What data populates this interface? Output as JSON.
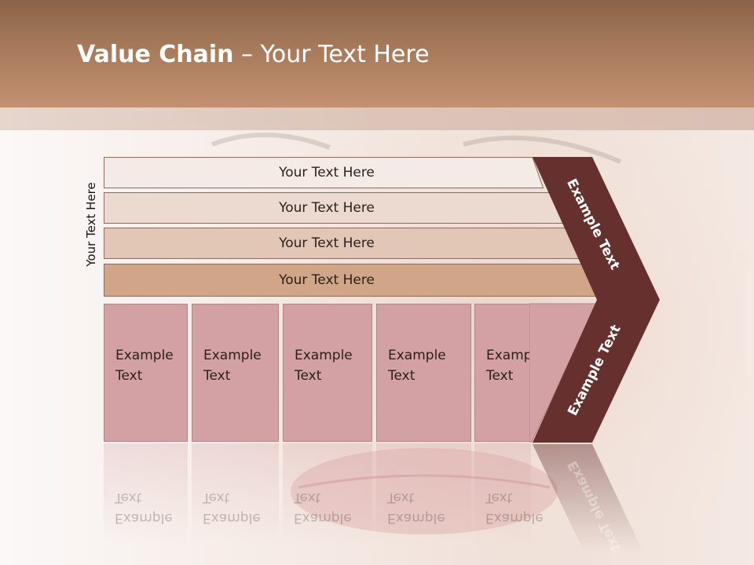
{
  "title": {
    "bold": "Value Chain",
    "rest": " – Your Text Here"
  },
  "side_label": "Your Text Here",
  "support_rows": [
    "Your Text Here",
    "Your Text Here",
    "Your Text Here",
    "Your Text Here"
  ],
  "primary_boxes": [
    "Example\nText",
    "Example\nText",
    "Example\nText",
    "Example\nText",
    "Example\nText"
  ],
  "chevron_labels": {
    "upper": "Example Text",
    "lower": "Example Text"
  },
  "colors": {
    "header": "#a67a5a",
    "row_1": "#f4ebe6",
    "row_2": "#ecd9cf",
    "row_3": "#e3c7b6",
    "row_4": "#d1a688",
    "primary_box": "#d3a1a3",
    "chevron": "#66302f"
  }
}
